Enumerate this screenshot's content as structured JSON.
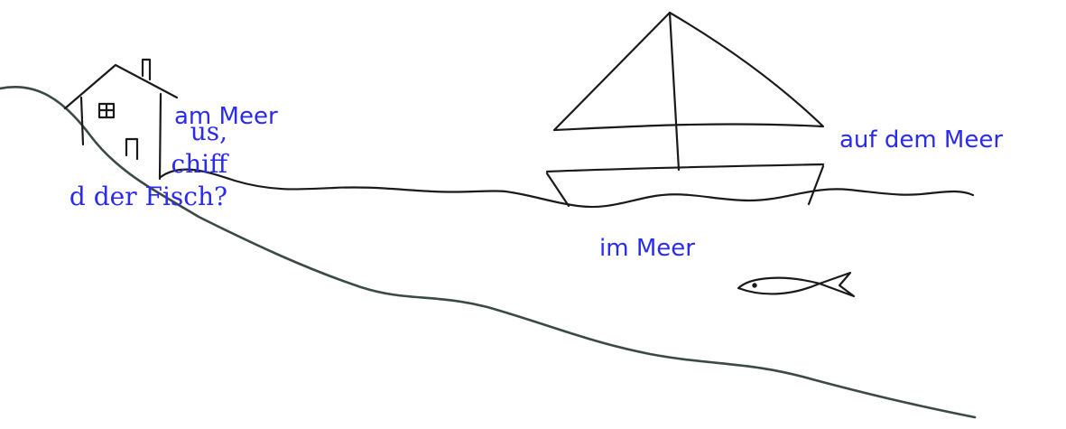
{
  "question": {
    "line1": "us,",
    "line2": "chiff",
    "line3": "d der Fisch?"
  },
  "labels": {
    "am_meer": "am Meer",
    "auf_dem_meer": "auf dem Meer",
    "im_meer": "im Meer"
  },
  "colors": {
    "text": "#2b2bf0",
    "ink": "#1a1a1a",
    "shore": "#3b4a47"
  }
}
